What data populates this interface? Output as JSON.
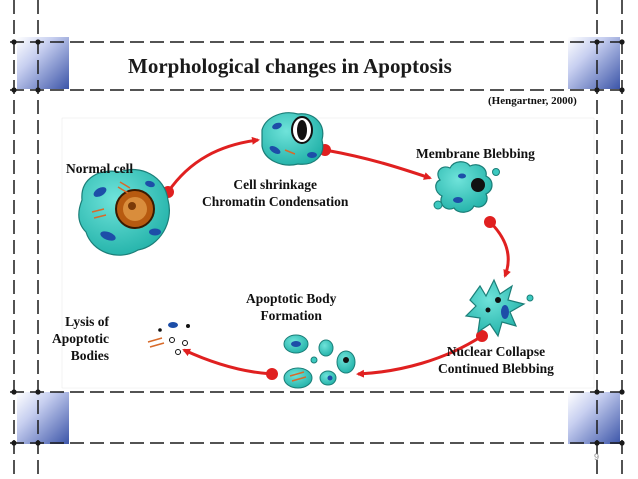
{
  "slide": {
    "title": "Morphological changes in Apoptosis",
    "citation": "(Hengartner, 2000)",
    "page_number": "9"
  },
  "stages": {
    "normal": "Normal cell",
    "shrink_line1": "Cell shrinkage",
    "shrink_line2": "Chromatin Condensation",
    "blebbing": "Membrane Blebbing",
    "collapse_line1": "Nuclear Collapse",
    "collapse_line2": "Continued Blebbing",
    "body_line1": "Apoptotic Body",
    "body_line2": "Formation",
    "lysis_line1": "Lysis of",
    "lysis_line2": "Apoptotic",
    "lysis_line3": "Bodies"
  },
  "colors": {
    "arrow": "#e02020",
    "cell": "#3cc9c0",
    "nucleus": "#b75a10",
    "corner_square": "#4a62b0",
    "frame_line": "#1a1a1a"
  }
}
